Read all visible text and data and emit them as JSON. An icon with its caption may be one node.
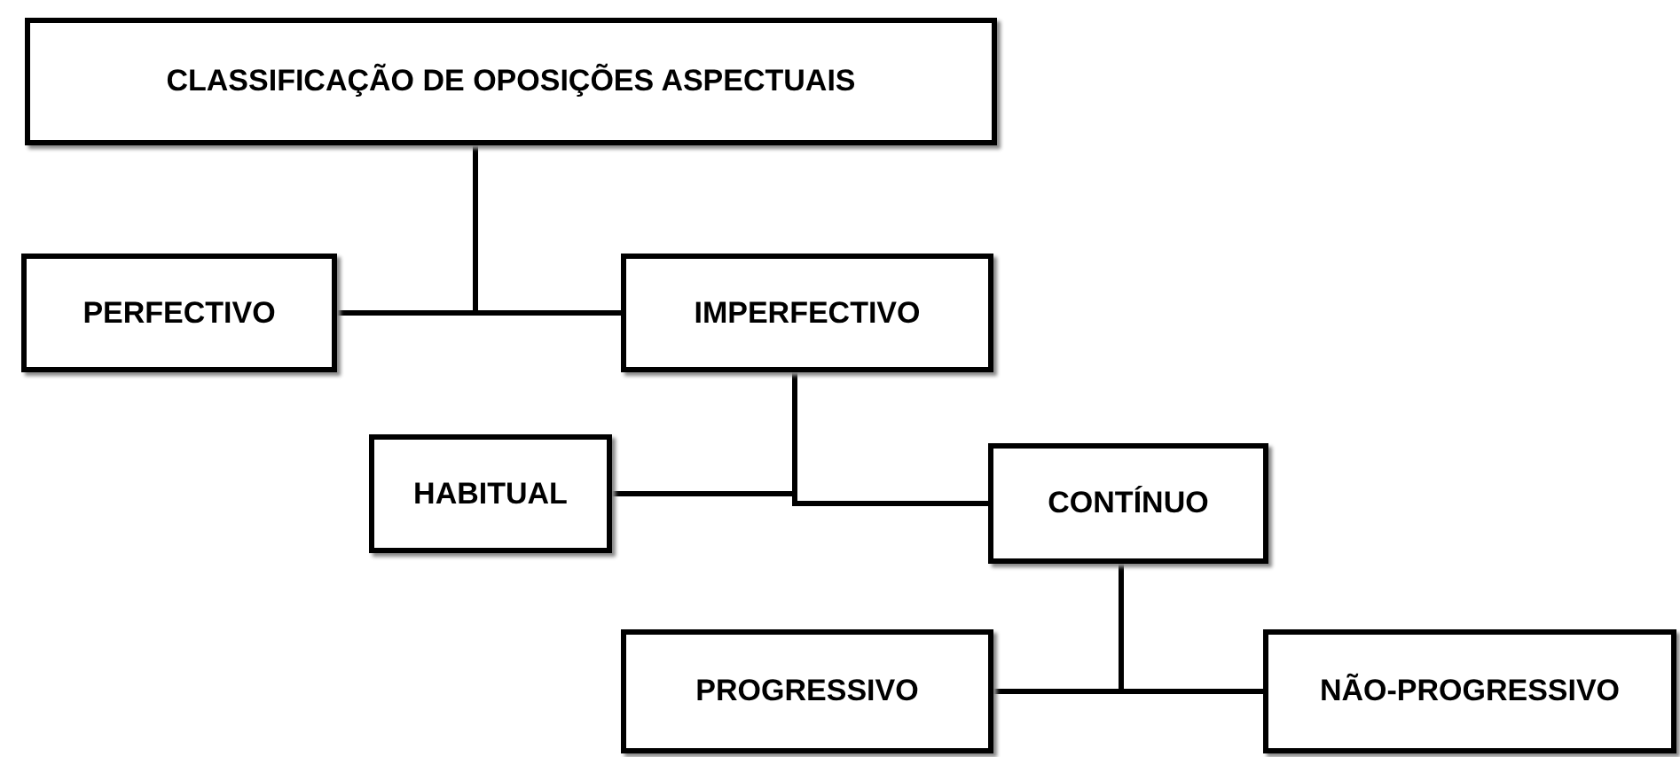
{
  "diagram": {
    "nodes": [
      {
        "text": [
          "CLASSIFICAÇÃO DE OPOSIÇÕES ASPECTUAIS"
        ]
      },
      {
        "text": [
          "PERFECTIVO"
        ]
      },
      {
        "text": [
          "IMPERFECTIVO"
        ]
      },
      {
        "text": [
          "HABITUAL"
        ]
      },
      {
        "text": [
          "CONTÍNUO"
        ]
      },
      {
        "text": [
          "PROGRESSIVO"
        ]
      },
      {
        "text": [
          "NÃO-PROGRESSIVO"
        ]
      }
    ],
    "edges": [
      {
        "from": 0,
        "to": 1,
        "arrow": "none"
      },
      {
        "from": 0,
        "to": 2,
        "arrow": "none"
      },
      {
        "from": 2,
        "to": 3,
        "arrow": "none"
      },
      {
        "from": 2,
        "to": 4,
        "arrow": "none"
      },
      {
        "from": 4,
        "to": 5,
        "arrow": "none"
      },
      {
        "from": 4,
        "to": 6,
        "arrow": "none"
      }
    ]
  }
}
